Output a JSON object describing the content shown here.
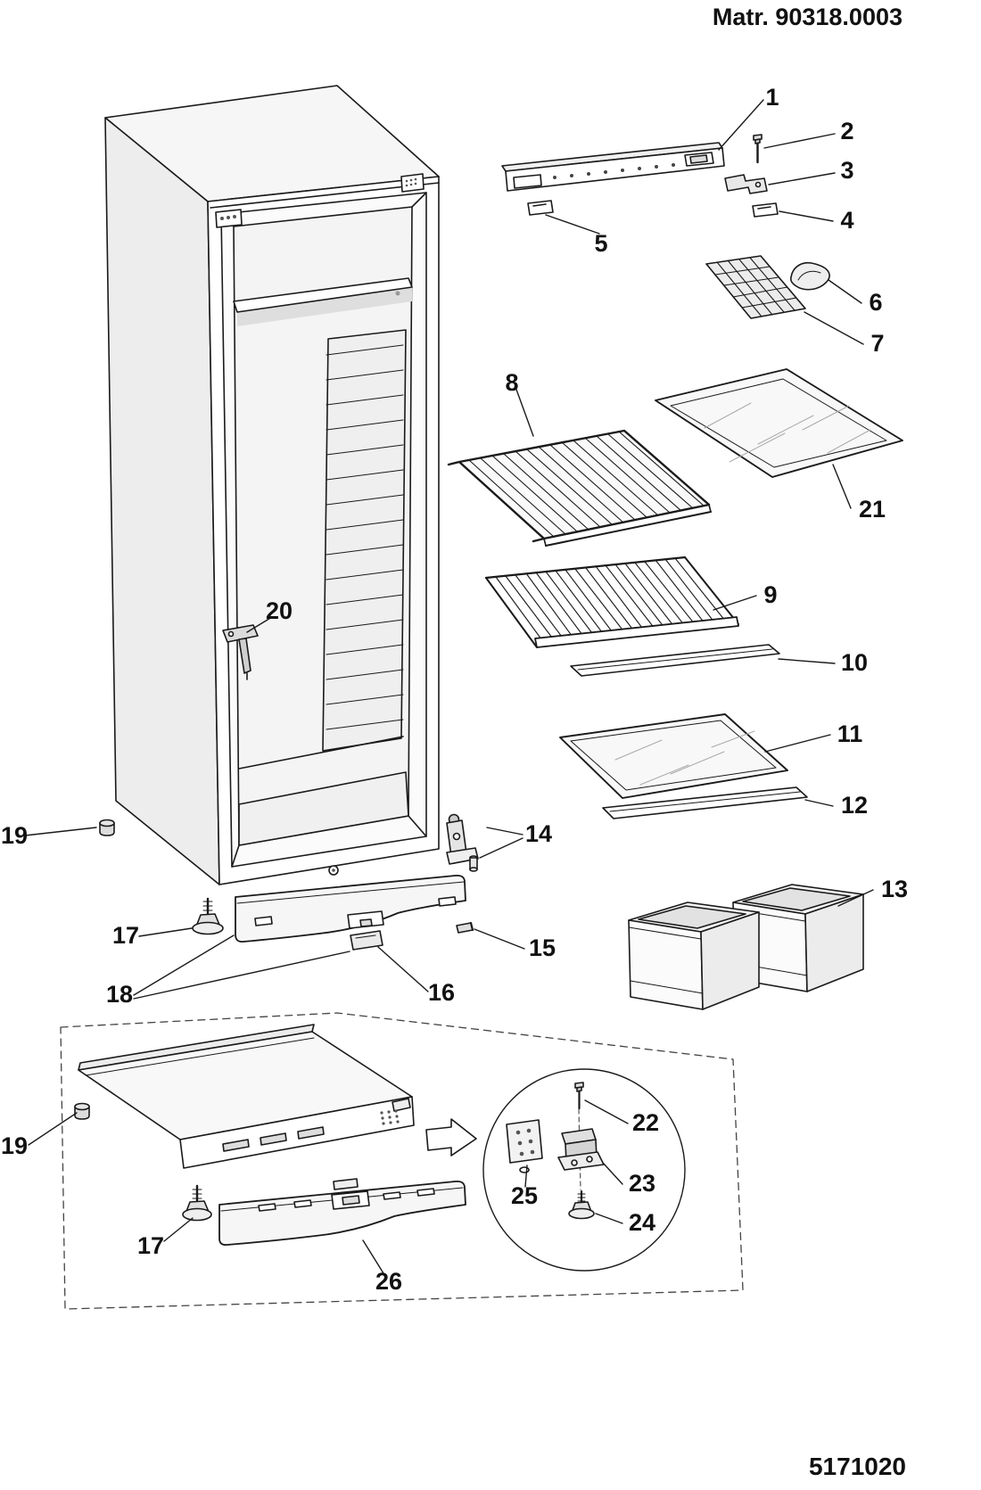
{
  "header": {
    "matr": "Matr. 90318.0003"
  },
  "footer": {
    "code": "5171020"
  },
  "callouts": {
    "n1": "1",
    "n2": "2",
    "n3": "3",
    "n4": "4",
    "n5": "5",
    "n6": "6",
    "n7": "7",
    "n8": "8",
    "n9": "9",
    "n10": "10",
    "n11": "11",
    "n12": "12",
    "n13": "13",
    "n14": "14",
    "n15": "15",
    "n16": "16",
    "n17a": "17",
    "n17b": "17",
    "n18": "18",
    "n19a": "19",
    "n19b": "19",
    "n20": "20",
    "n21": "21",
    "n22": "22",
    "n23": "23",
    "n24": "24",
    "n25": "25",
    "n26": "26"
  }
}
